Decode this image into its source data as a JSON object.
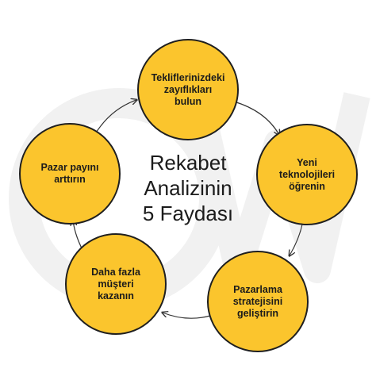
{
  "title": "Rekabet\nAnalizinin\n5 Faydası",
  "nodes": [
    {
      "label": "Tekliflerinizdeki\nzayıflıkları\nbulun"
    },
    {
      "label": "Yeni\nteknolojileri\nöğrenin"
    },
    {
      "label": "Pazarlama\nstratejisini\ngeliştirin"
    },
    {
      "label": "Daha fazla\nmüşteri\nkazanın"
    },
    {
      "label": "Pazar payını\narttırın"
    }
  ],
  "colors": {
    "node_fill": "#fbc52d",
    "node_border": "#1f1f1f",
    "arrow": "#333333",
    "text": "#1b1b1b",
    "watermark": "#f1f1f1"
  }
}
